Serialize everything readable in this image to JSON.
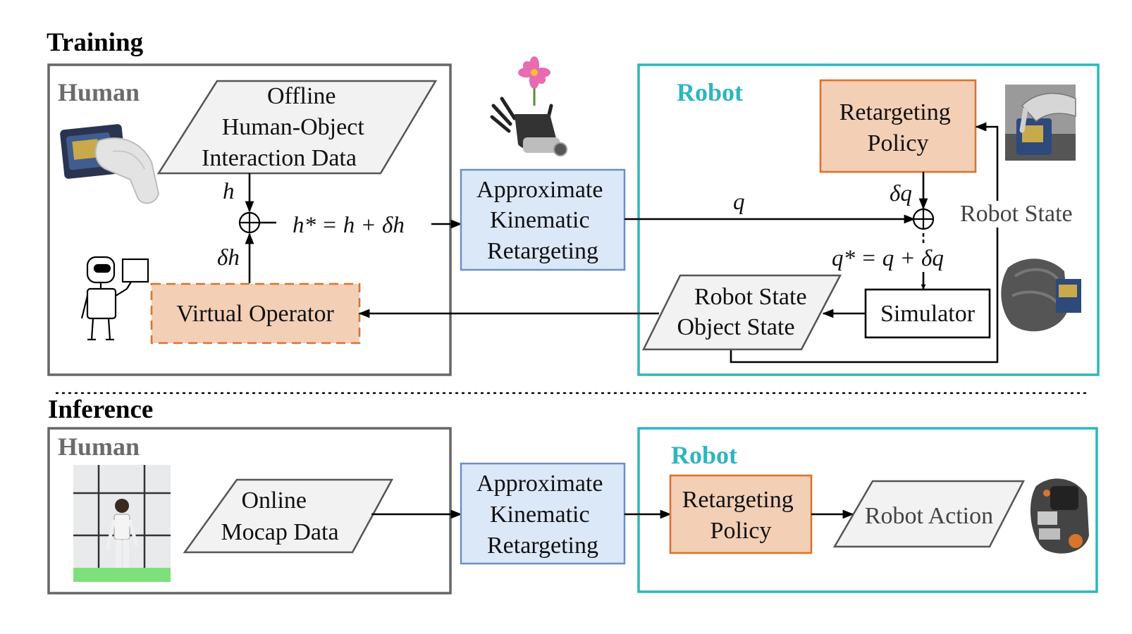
{
  "training": {
    "heading": "Training",
    "human_label": "Human",
    "robot_label": "Robot",
    "offline_data": [
      "Offline",
      "Human-Object",
      "Interaction Data"
    ],
    "virtual_operator": "Virtual Operator",
    "approx_retarget": [
      "Approximate",
      "Kinematic",
      "Retargeting"
    ],
    "retarget_policy": [
      "Retargeting",
      "Policy"
    ],
    "simulator": "Simulator",
    "state_data": [
      "Robot State",
      "Object State"
    ],
    "robot_state_label": "Robot State",
    "sym_h": "h",
    "sym_dh": "δh",
    "eq_h": "h* = h + δh",
    "sym_q": "q",
    "sym_dq": "δq",
    "eq_q": "q* = q + δq"
  },
  "inference": {
    "heading": "Inference",
    "human_label": "Human",
    "robot_label": "Robot",
    "online_data": [
      "Online",
      "Mocap Data"
    ],
    "approx_retarget": [
      "Approximate",
      "Kinematic",
      "Retargeting"
    ],
    "retarget_policy": [
      "Retargeting",
      "Policy"
    ],
    "robot_action": "Robot Action"
  },
  "colors": {
    "human_border": "#666666",
    "robot_border": "#2fb5bd",
    "orange_fill": "#f3cfb6",
    "orange_border": "#d9742d",
    "blue_fill": "#dbe8f8",
    "blue_border": "#6b90c6",
    "gray_fill": "#f2f2f2"
  },
  "icons": [
    "hand-holding-can-image",
    "robot-hand-flower-image",
    "robot-hand-grasp-image",
    "simulated-hand-image",
    "robot-operator-sketch-icon",
    "human-mocap-photo",
    "robot-hand-action-image"
  ]
}
